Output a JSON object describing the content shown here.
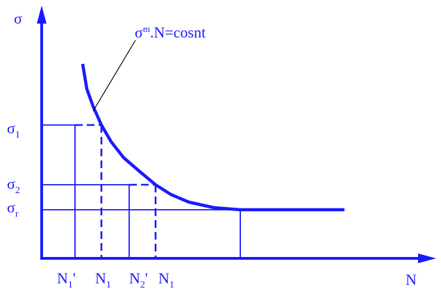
{
  "diagram": {
    "y_axis_label": "σ",
    "x_axis_label": "N",
    "equation": {
      "base": "σ",
      "superscript": "m",
      "rest": ".N=cosnt"
    },
    "stress_levels": [
      {
        "symbol": "σ",
        "subscript": "1"
      },
      {
        "symbol": "σ",
        "subscript": "2"
      },
      {
        "symbol": "σ",
        "subscript": "r"
      }
    ],
    "x_tick_labels": {
      "n1_prime": {
        "base": "N",
        "sub": "1",
        "mark": "'"
      },
      "n1_a": {
        "base": "N",
        "sub": "1"
      },
      "n2_prime": {
        "base": "N",
        "sub": "2",
        "mark": "'"
      },
      "n1_b": {
        "base": "N",
        "sub": "1"
      }
    },
    "color": "#1a1aff"
  }
}
